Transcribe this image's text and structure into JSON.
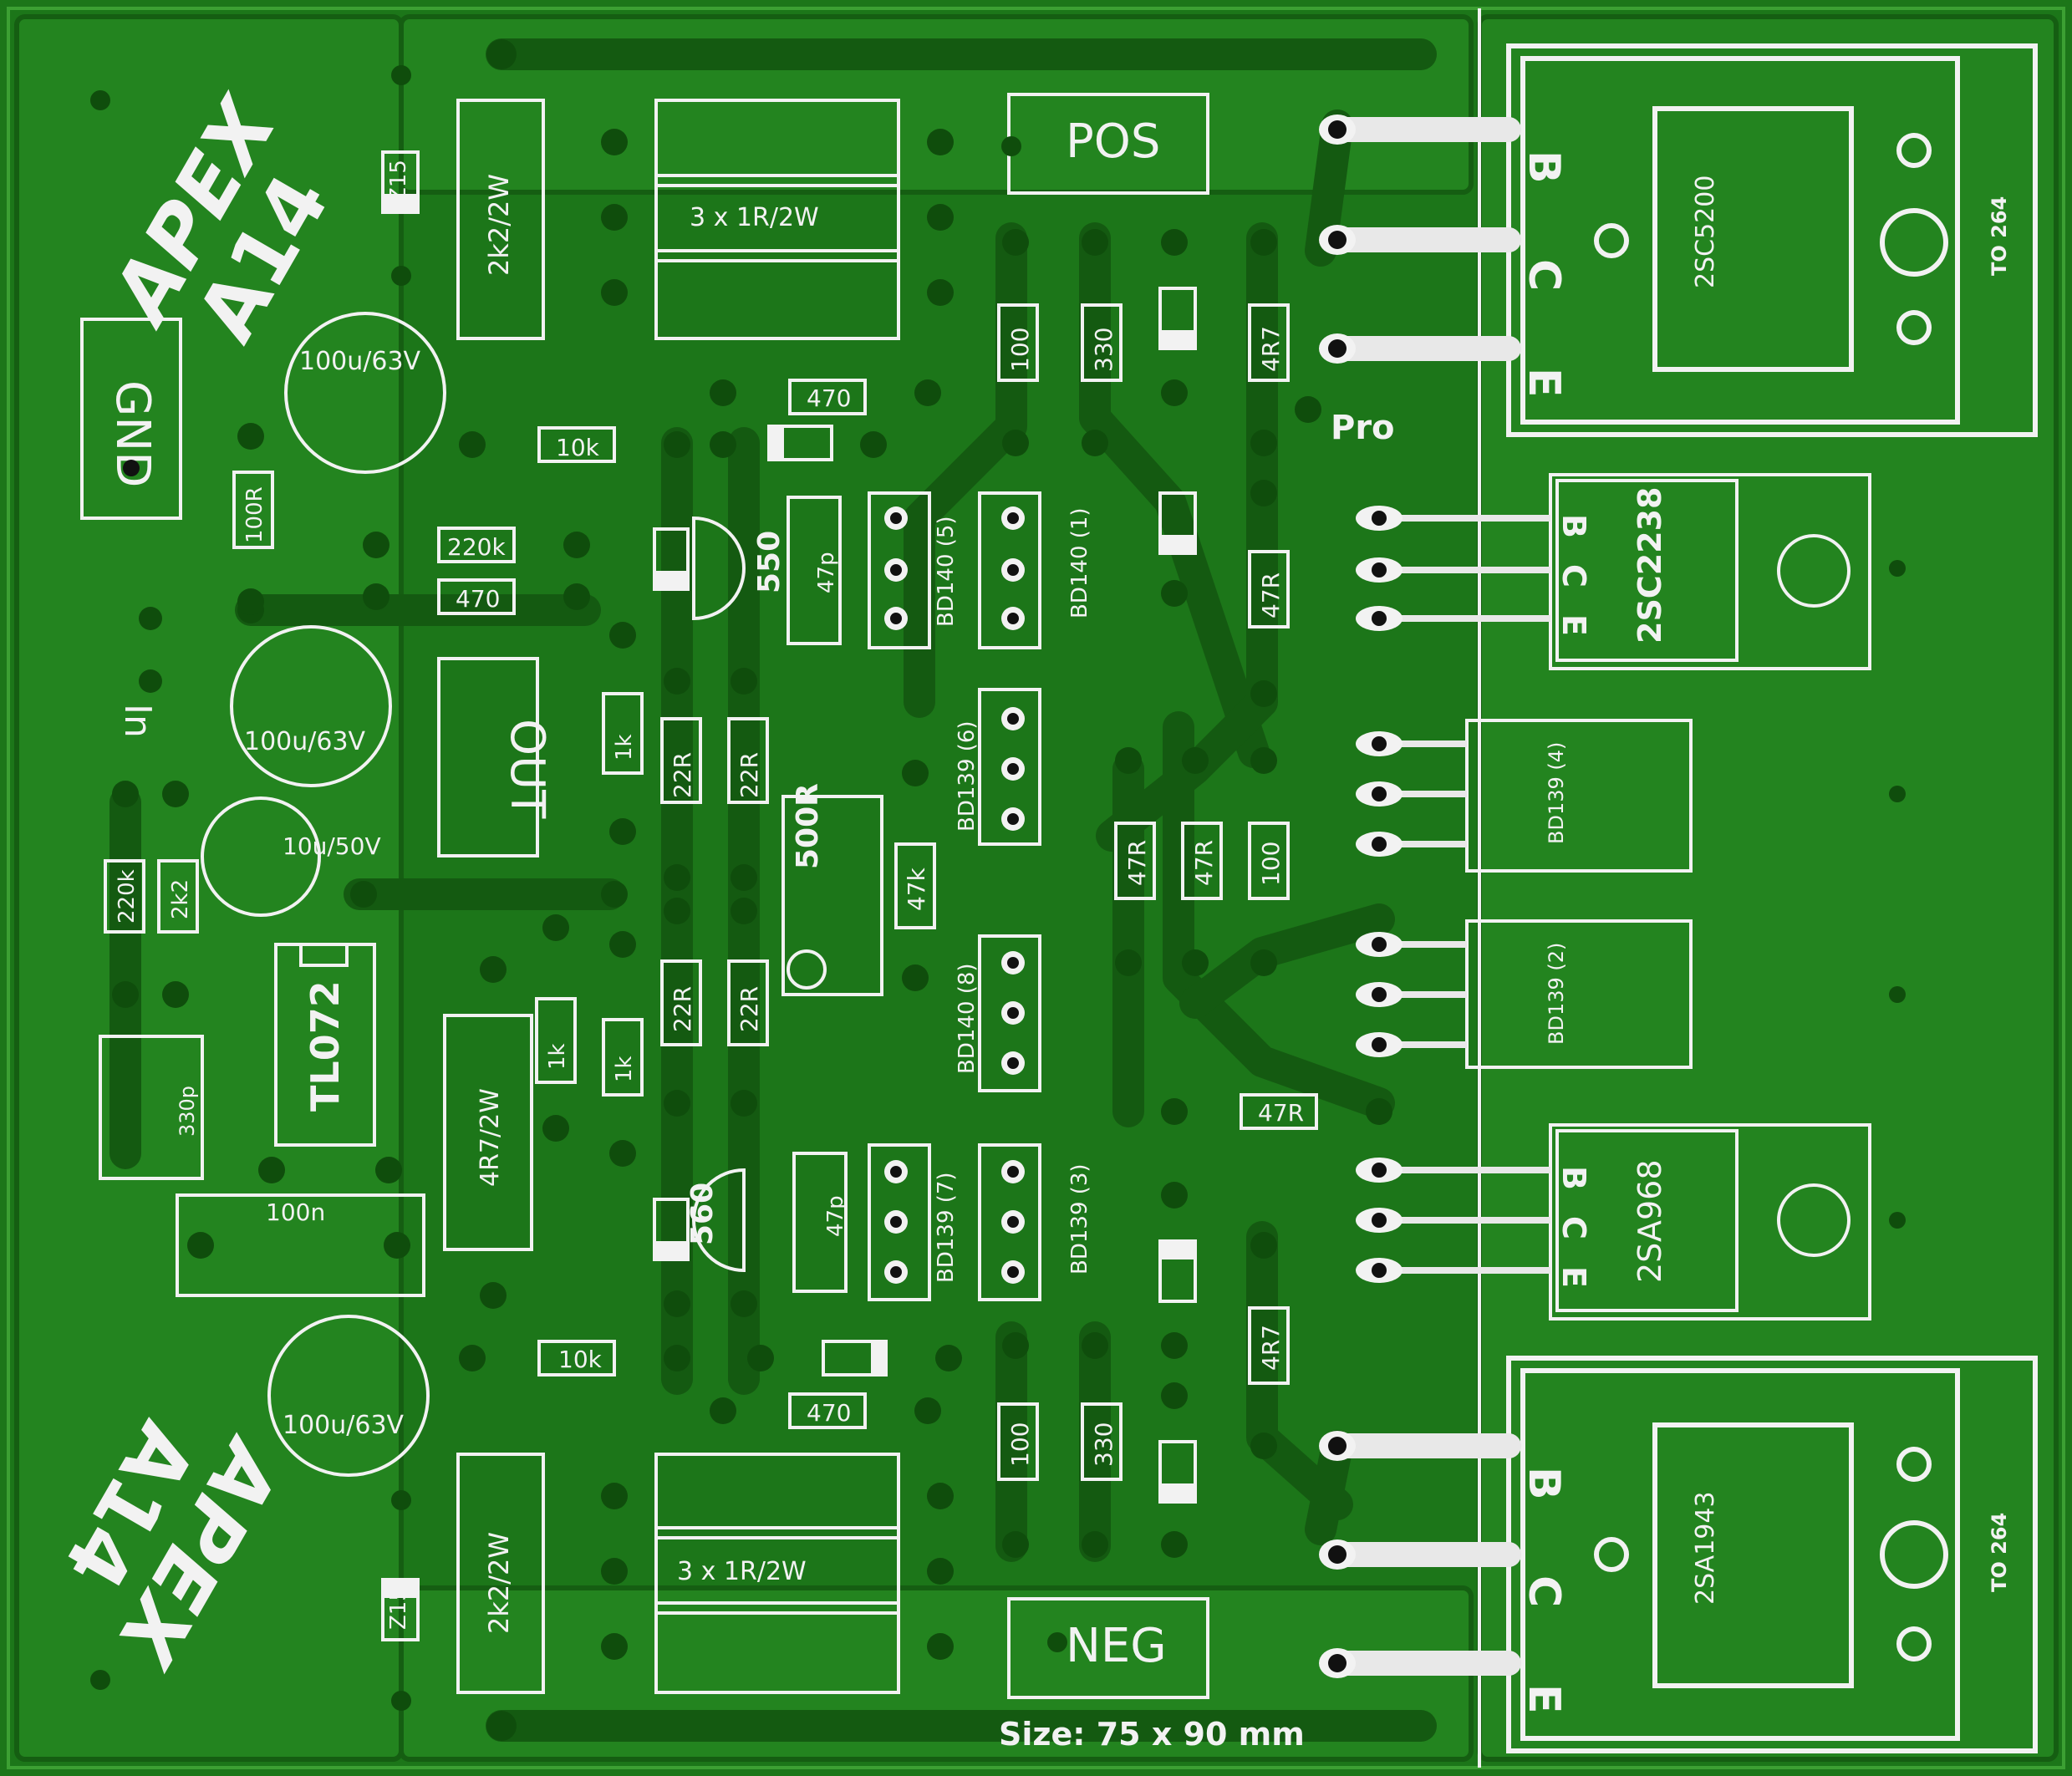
{
  "colors": {
    "board": "#1d7a1a",
    "copper": "#2d8f26",
    "silk": "#f2f2f2",
    "pad": "#111111",
    "heatsink": "#2a8f24"
  },
  "logo": {
    "brand": "APEX",
    "model": "A14"
  },
  "labels": {
    "gnd": "GND",
    "in": "In",
    "out": "OUT",
    "pos": "POS",
    "neg": "NEG",
    "pro": "Pro",
    "size": "Size: 75 x 90 mm"
  },
  "components": {
    "z15_top": "Z15",
    "z15_bot": "Z15",
    "r_2k2_2w_top": "2k2/2W",
    "r_2k2_2w_bot": "2k2/2W",
    "r_3x1r_top": "3 x 1R/2W",
    "r_3x1r_bot": "3 x 1R/2W",
    "cap_100u_top": "100u/63V",
    "cap_100u_mid": "100u/63V",
    "cap_100u_bot": "100u/63V",
    "cap_10u": "10u/50V",
    "r_10k_top": "10k",
    "r_10k_bot": "10k",
    "r_470_top": "470",
    "r_470_mid": "470",
    "r_470_bot": "470",
    "r_220k_h": "220k",
    "r_220k_v": "220k",
    "r_2k2_v": "2k2",
    "r_100r": "100R",
    "q_550": "550",
    "q_560": "560",
    "c_47p_top": "47p",
    "c_47p_bot": "47p",
    "r_1k_a": "1k",
    "r_1k_b": "1k",
    "r_1k_c": "1k",
    "r_22r_1": "22R",
    "r_22r_2": "22R",
    "r_22r_3": "22R",
    "r_22r_4": "22R",
    "pot_500r": "500R",
    "r_47k": "47k",
    "r_4r7_2w": "4R7/2W",
    "ic_tl072": "TL072",
    "c_330p": "330p",
    "c_100n": "100n",
    "r_100_top": "100",
    "r_330_top": "330",
    "r_4r7_top": "4R7",
    "r_100_bot": "100",
    "r_330_bot": "330",
    "r_4r7_bot": "4R7",
    "r_47r_a": "47R",
    "r_47r_b": "47R",
    "r_47r_c": "47R",
    "r_47r_d": "47R",
    "r_100_mid": "100",
    "bd140_5": "BD140 (5)",
    "bd140_1": "BD140 (1)",
    "bd139_6": "BD139 (6)",
    "bd140_8": "BD140 (8)",
    "bd139_7": "BD139 (7)",
    "bd139_3": "BD139 (3)",
    "bd139_4": "BD139 (4)",
    "bd139_2": "BD139 (2)",
    "t_2sc5200": "2SC5200",
    "t_2sa1943": "2SA1943",
    "t_2sc2238": "2SC2238",
    "t_2sa968": "2SA968",
    "to264_top": "TO 264",
    "to264_bot": "TO 264"
  },
  "pins": {
    "b": "B",
    "c": "C",
    "e": "E"
  }
}
